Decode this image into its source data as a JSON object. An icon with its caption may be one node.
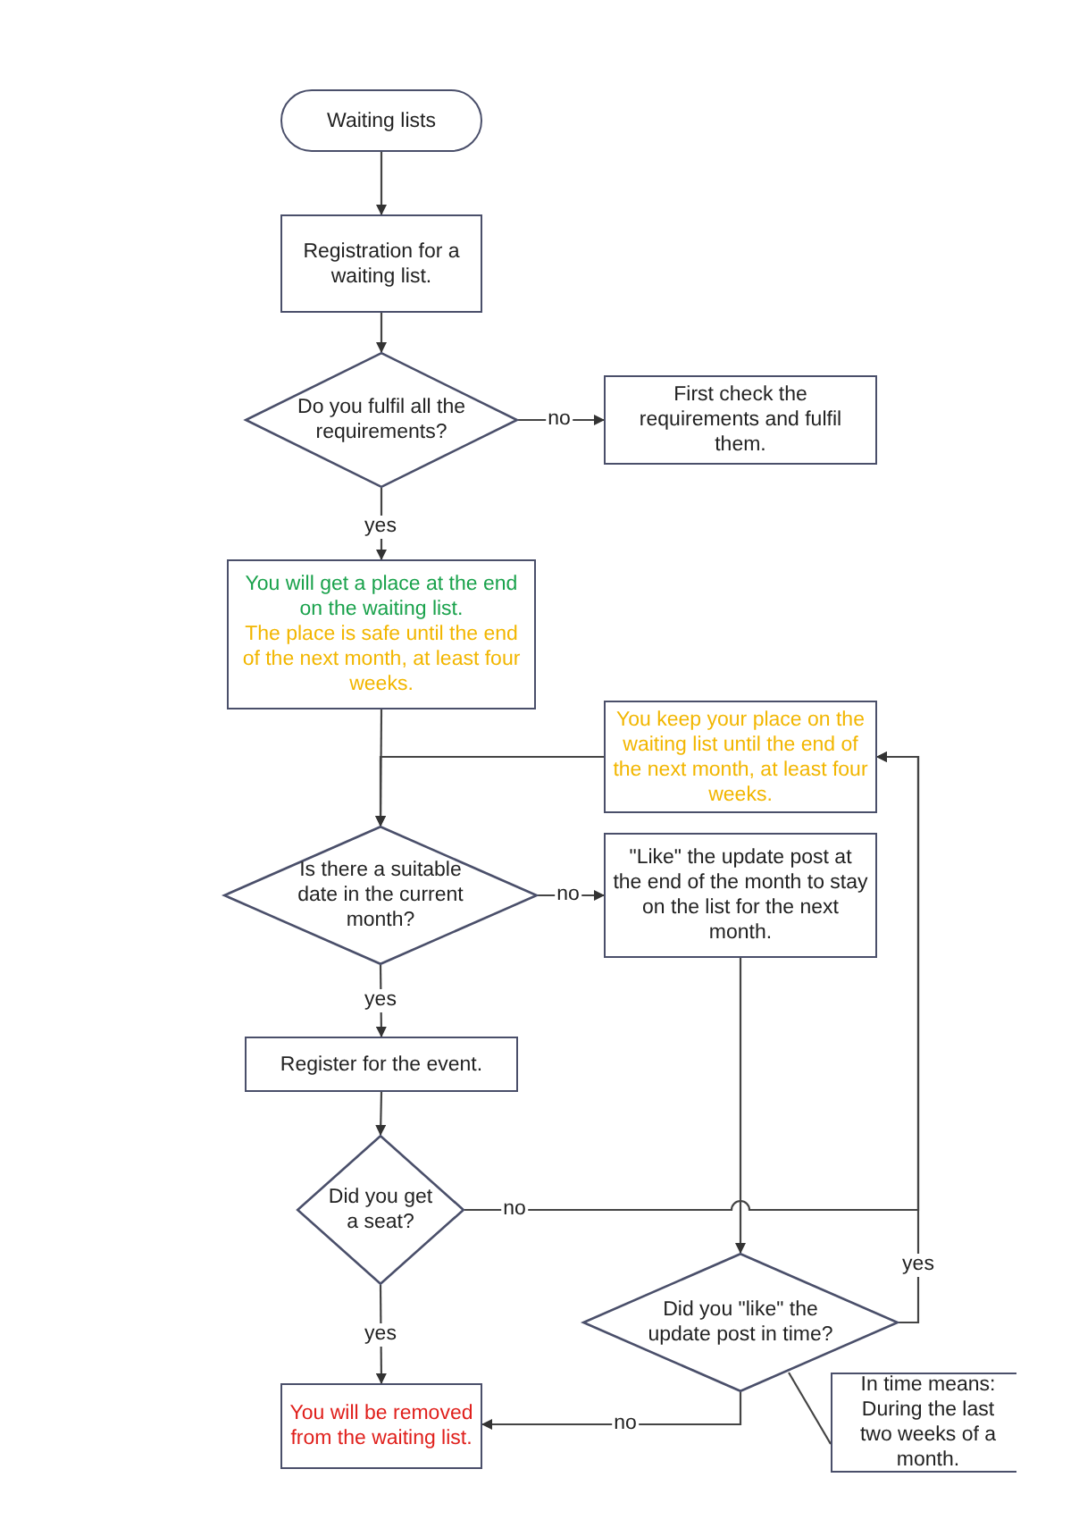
{
  "diagram": {
    "nodes": [
      {
        "text": [
          "Waiting lists"
        ]
      },
      {
        "text": [
          "Registration for a waiting list."
        ]
      },
      {
        "text": [
          "Do you fulfil all the requirements?"
        ]
      },
      {
        "text": [
          "First check the requirements and fulfil them."
        ]
      },
      {
        "text": [
          "You will get a place at the end on the waiting list.",
          "The place is safe until the end of the next month, at least four weeks."
        ]
      },
      {
        "text": [
          "You keep your place on the waiting list until the end of the next month, at least four weeks."
        ]
      },
      {
        "text": [
          "Is there a suitable date in the current month?"
        ]
      },
      {
        "text": [
          "\"Like\" the update post at the end of the month to stay on the list for the next month."
        ]
      },
      {
        "text": [
          "Register for the event."
        ]
      },
      {
        "text": [
          "Did you get a seat?"
        ]
      },
      {
        "text": [
          "Did you \"like\" the update post in time?"
        ]
      },
      {
        "text": [
          "You will be removed from the waiting list."
        ]
      },
      {
        "text": [
          "In time means: During the last two weeks of a month."
        ]
      }
    ],
    "edges": [
      {
        "from": 0,
        "to": 1,
        "arrow": "to"
      },
      {
        "from": 1,
        "to": 2,
        "arrow": "to"
      },
      {
        "from": 2,
        "to": 3,
        "arrow": "to",
        "label": "no"
      },
      {
        "from": 2,
        "to": 4,
        "arrow": "to",
        "label": "yes"
      },
      {
        "from": 4,
        "to": 6,
        "arrow": "to"
      },
      {
        "from": 5,
        "to": 6,
        "arrow": "to"
      },
      {
        "from": 6,
        "to": 7,
        "arrow": "to",
        "label": "no"
      },
      {
        "from": 6,
        "to": 8,
        "arrow": "to",
        "label": "yes"
      },
      {
        "from": 8,
        "to": 9,
        "arrow": "to"
      },
      {
        "from": 9,
        "to": 5,
        "arrow": "to",
        "label": "no"
      },
      {
        "from": 10,
        "to": 5,
        "arrow": "to",
        "label": "yes"
      },
      {
        "from": 7,
        "to": 10,
        "arrow": "to"
      },
      {
        "from": 10,
        "to": 11,
        "arrow": "to",
        "label": "no"
      },
      {
        "from": 9,
        "to": 11,
        "arrow": "to",
        "label": "yes"
      },
      {
        "from": 12,
        "to": 10,
        "arrow": "none"
      }
    ]
  }
}
